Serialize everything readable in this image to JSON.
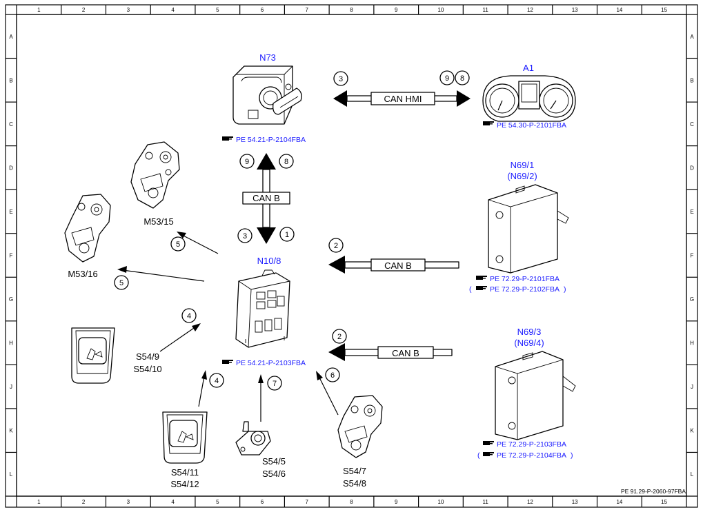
{
  "frame": {
    "columns": [
      "1",
      "2",
      "3",
      "4",
      "5",
      "6",
      "7",
      "8",
      "9",
      "10",
      "11",
      "12",
      "13",
      "14",
      "15"
    ],
    "rows": [
      "A",
      "B",
      "C",
      "D",
      "E",
      "F",
      "G",
      "H",
      "J",
      "K",
      "L"
    ],
    "drawing_id": "PE 91.29-P-2060-97FBA"
  },
  "components": {
    "n73": {
      "name": "N73",
      "ref": "PE 54.21-P-2104FBA"
    },
    "a1": {
      "name": "A1",
      "ref": "PE 54.30-P-2101FBA"
    },
    "n69_1": {
      "name": "N69/1",
      "alt": "(N69/2)",
      "ref": "PE 72.29-P-2101FBA",
      "ref_alt_prefix": "(",
      "ref_alt": "PE 72.29-P-2102FBA",
      "ref_alt_suffix": ")"
    },
    "n69_3": {
      "name": "N69/3",
      "alt": "(N69/4)",
      "ref": "PE 72.29-P-2103FBA",
      "ref_alt_prefix": "(",
      "ref_alt": "PE 72.29-P-2104FBA",
      "ref_alt_suffix": ")"
    },
    "n10_8": {
      "name": "N10/8",
      "ref": "PE 54.21-P-2103FBA"
    },
    "m53_15": {
      "name": "M53/15"
    },
    "m53_16": {
      "name": "M53/16"
    },
    "s54_9": {
      "name": "S54/9",
      "alt": "S54/10"
    },
    "s54_11": {
      "name": "S54/11",
      "alt": "S54/12"
    },
    "s54_5": {
      "name": "S54/5",
      "alt": "S54/6"
    },
    "s54_7": {
      "name": "S54/7",
      "alt": "S54/8"
    }
  },
  "buses": {
    "can_hmi": "CAN HMI",
    "can_b_vertical": "CAN B",
    "can_b_n69_1": "CAN B",
    "can_b_n69_3": "CAN B"
  },
  "signals": {
    "hmi_left": "3",
    "hmi_right_1": "9",
    "hmi_right_2": "8",
    "vert_top_left": "9",
    "vert_top_right": "8",
    "vert_bot_left": "3",
    "vert_bot_right": "1",
    "n69_1_sig": "2",
    "n69_3_sig": "2",
    "m53_15_sig": "5",
    "m53_16_sig": "5",
    "s54_9_sig": "4",
    "s54_11_sig": "4",
    "s54_5_sig": "7",
    "s54_7_sig": "6"
  }
}
